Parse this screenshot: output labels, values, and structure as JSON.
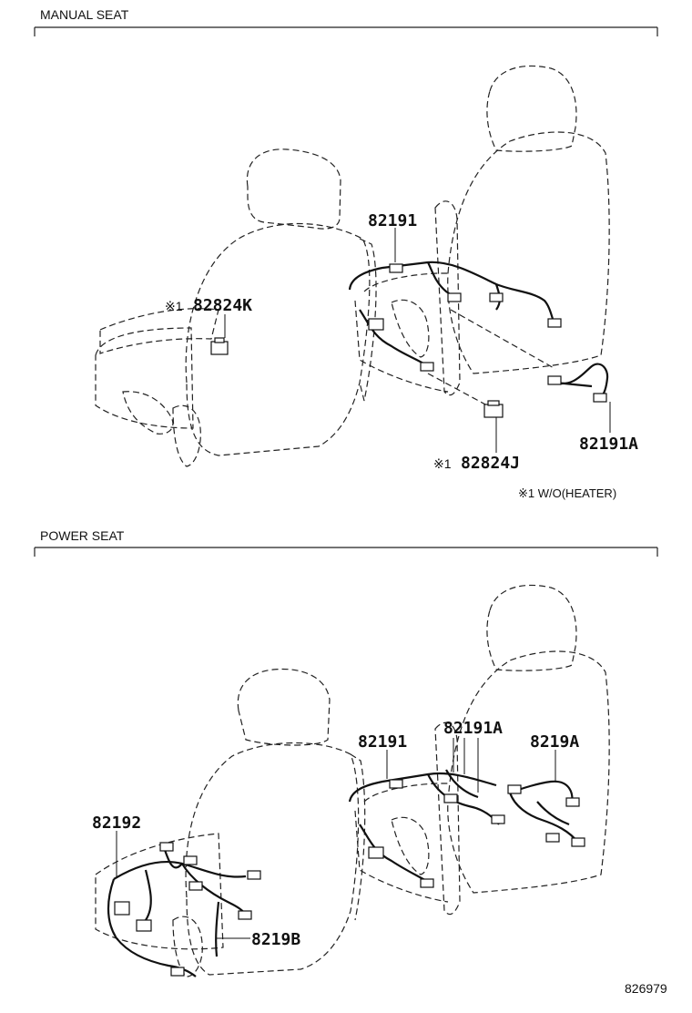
{
  "sections": {
    "manual": {
      "title": "MANUAL SEAT"
    },
    "power": {
      "title": "POWER SEAT"
    }
  },
  "manual_parts": {
    "p82191": "82191",
    "p82824k_mark": "※1",
    "p82824k": "82824K",
    "p82191a": "82191A",
    "p82824j_mark": "※1",
    "p82824j": "82824J"
  },
  "note": "※1 W/O(HEATER)",
  "power_parts": {
    "p82191": "82191",
    "p82191a": "82191A",
    "p8219a": "8219A",
    "p82192": "82192",
    "p8219b": "8219B"
  },
  "figure_id": "826979"
}
